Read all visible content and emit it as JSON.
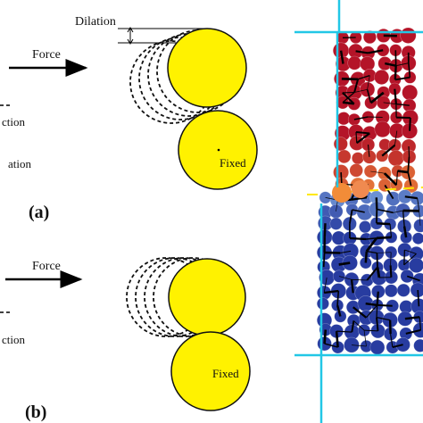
{
  "panel_a": {
    "dilation_label": "Dilation",
    "force_label": "Force",
    "fixed_label": "Fixed",
    "partial_label_1": "ction",
    "partial_label_2": "ation",
    "panel_label": "(a)"
  },
  "panel_b": {
    "force_label": "Force",
    "fixed_label": "Fixed",
    "partial_label_1": "ction",
    "panel_label": "(b)"
  },
  "colors": {
    "particle_fill": "#fff200",
    "boundary_line": "#22c7e6",
    "shear_band": "#ffe800",
    "hot_particle": "#c8102e",
    "cold_particle": "#2a3f9e",
    "contact_chain": "#000000"
  }
}
